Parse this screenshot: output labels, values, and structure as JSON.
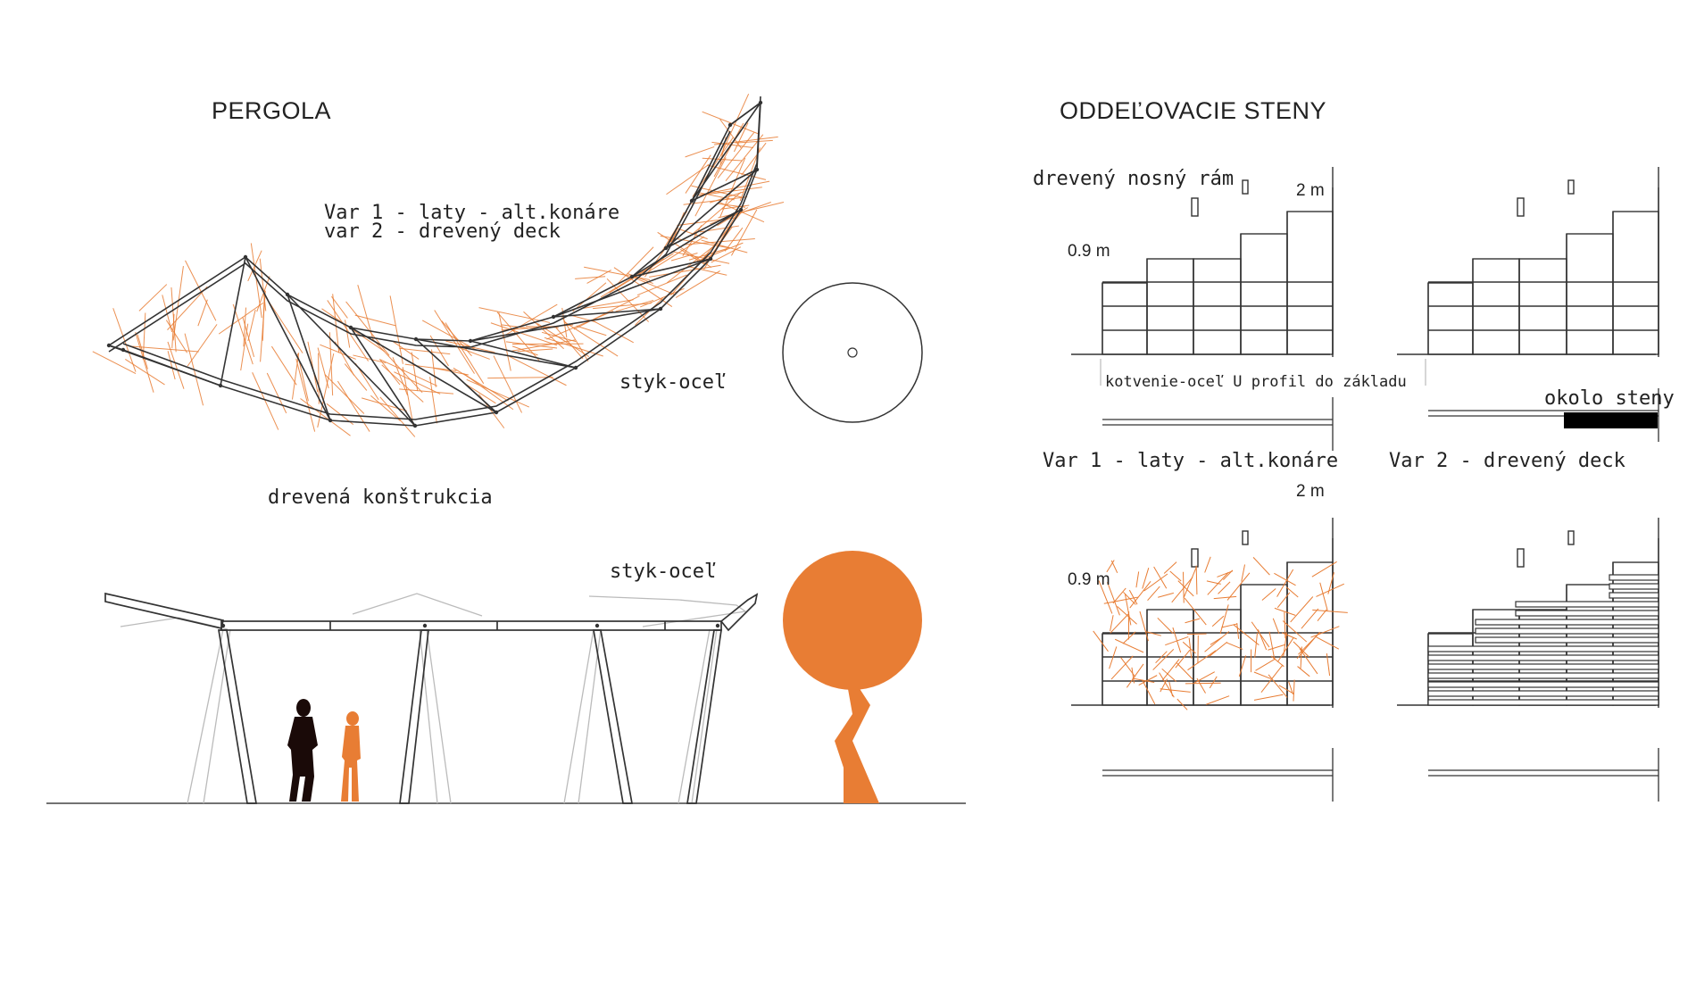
{
  "titles": {
    "pergola": "PERGOLA",
    "walls": "ODDEĽOVACIE STENY"
  },
  "pergola_plan": {
    "variant_line1": "Var 1 - laty - alt.konáre",
    "variant_line2": "var 2 - drevený deck",
    "joint_label": "styk-oceľ"
  },
  "pergola_elevation": {
    "construction_label": "drevená konštrukcia",
    "joint_label": "styk-oceľ"
  },
  "walls": {
    "frame_label": "drevený nosný rám",
    "height_max": "2 m",
    "height_min": "0.9 m",
    "anchor_label": "kotvenie-oceľ U profil do základu",
    "around_wall_label": "okolo steny",
    "var1_label": "Var 1 - laty - alt.konáre",
    "var2_label": "Var 2 - drevený deck",
    "height_max_2": "2 m",
    "height_min_2": "0.9 m"
  },
  "colors": {
    "accent_orange": "#e87d34",
    "line": "#333333",
    "light_line": "#bbbbbb"
  }
}
